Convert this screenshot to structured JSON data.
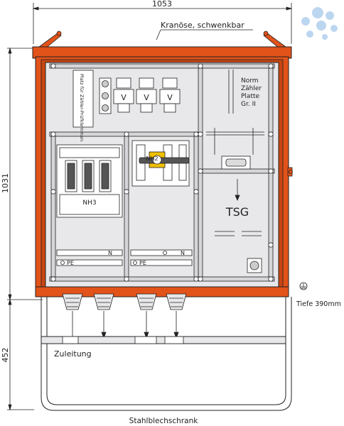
{
  "dimensions": {
    "width": "1053",
    "height_cabinet": "1031",
    "height_base": "452"
  },
  "labels": {
    "crane_eye": "Kranöse, schwenkbar",
    "meter_space": "Platz für Zähler-Prüfklemmen",
    "norm_meter": [
      "Norm",
      "Zähler",
      "Platte",
      "Gr. II"
    ],
    "nh3": "NH3",
    "nh2": "NH2",
    "tsg": "TSG",
    "n_left": "N",
    "n_mid": "N",
    "pe_left": "PE",
    "pe_mid": "PE",
    "depth": "Tiefe 390mm",
    "feed": "Zuleitung",
    "material": "Stahlblechschrank"
  },
  "colors": {
    "cabinet": "#e2531a",
    "cabinet_dark": "#b83a0c",
    "panel": "#e8e8ea",
    "line": "#1a1a1a",
    "logo": "#bcd6f0"
  },
  "icons": {
    "logo": "droplet-cluster-icon",
    "ground": "ground-symbol-icon"
  }
}
